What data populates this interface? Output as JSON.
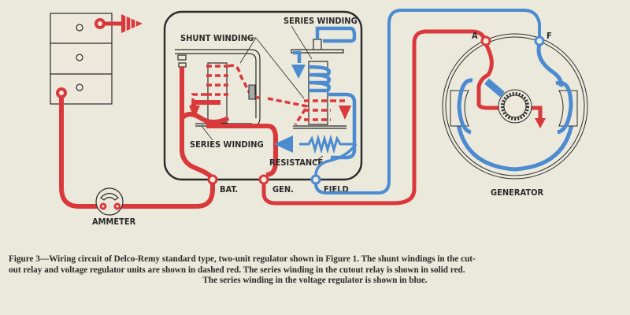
{
  "colors": {
    "background": "#ebe9dc",
    "red_wire": "#d9393b",
    "blue_wire": "#4c8bd0",
    "outline": "#2a2a2a"
  },
  "labels": {
    "shunt_winding": "SHUNT WINDING",
    "series_winding_top": "SERIES WINDING",
    "series_winding_bottom": "SERIES WINDING",
    "resistance": "RESISTANCE",
    "bat": "BAT.",
    "gen": "GEN.",
    "field": "FIELD",
    "ammeter": "AMMETER",
    "generator": "GENERATOR",
    "terminal_a": "A",
    "terminal_f": "F"
  },
  "caption": {
    "line1": "Figure 3—Wiring circuit of Delco-Remy standard type, two-unit regulator shown in Figure 1. The shunt windings in the cut-",
    "line2": "out relay and voltage regulator units are shown in dashed red. The series winding in the cutout relay is shown in solid red.",
    "line3": "The series winding in the voltage regulator is shown in blue."
  },
  "icons": [
    "ground-symbol",
    "ammeter-gauge",
    "battery-cells",
    "commutator",
    "field-pole"
  ]
}
